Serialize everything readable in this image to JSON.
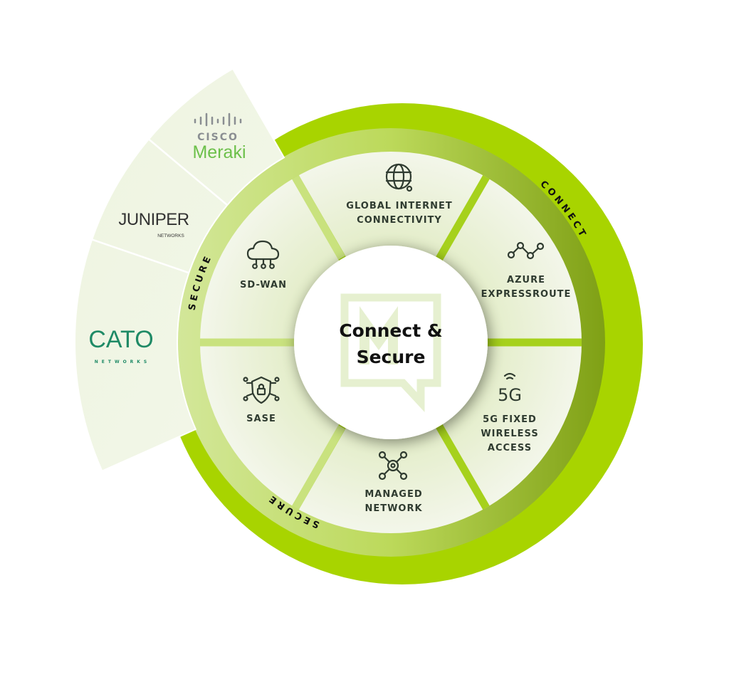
{
  "center": {
    "line1": "Connect &",
    "line2": "Secure"
  },
  "ring_labels": {
    "connect": "CONNECT",
    "secure_left": "SECURE",
    "secure_bottom": "SECURE"
  },
  "segments": [
    {
      "icon": "globe-icon",
      "line1": "GLOBAL INTERNET",
      "line2": "CONNECTIVITY"
    },
    {
      "icon": "route-icon",
      "line1": "AZURE",
      "line2": "EXPRESSROUTE"
    },
    {
      "icon": "5g-wifi-icon",
      "icon_text": "5G",
      "line1": "5G FIXED",
      "line2": "WIRELESS",
      "line3": "ACCESS"
    },
    {
      "icon": "network-hub-icon",
      "line1": "MANAGED",
      "line2": "NETWORK"
    },
    {
      "icon": "shield-lock-icon",
      "line1": "SASE"
    },
    {
      "icon": "cloud-network-icon",
      "line1": "SD-WAN"
    }
  ],
  "partners": {
    "cisco": {
      "top": "CISCO",
      "bottom": "Meraki"
    },
    "juniper": {
      "top": "JUNIPER",
      "bottom": "NETWORKS"
    },
    "cato": {
      "top": "CATO",
      "bottom": "NETWORKS"
    }
  },
  "colors": {
    "ring": "#a8d400",
    "band_light": "#cfe58c",
    "band_dark": "#86a81a",
    "segment": "#f1f5e7",
    "text": "#2f3b30",
    "cato": "#1f8a66",
    "meraki": "#6cc04a"
  }
}
